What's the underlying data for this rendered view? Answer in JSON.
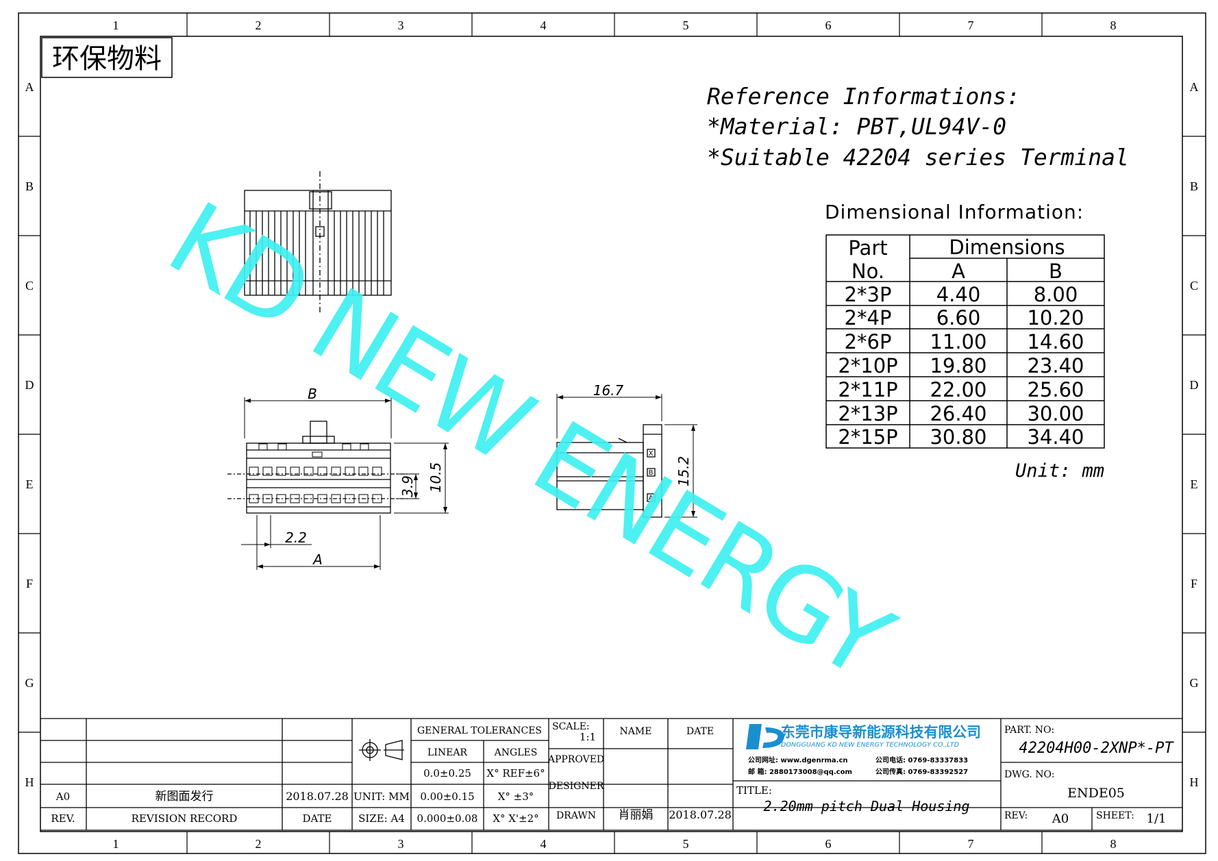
{
  "border": {
    "columns": [
      "1",
      "2",
      "3",
      "4",
      "5",
      "6",
      "7",
      "8"
    ],
    "rows": [
      "A",
      "B",
      "C",
      "D",
      "E",
      "F",
      "G",
      "H"
    ]
  },
  "stamp": "环保物料",
  "reference": {
    "title": "Reference Informations:",
    "material": "*Material: PBT,UL94V-0",
    "terminal": "*Suitable 42204 series Terminal"
  },
  "dim_table": {
    "title": "Dimensional Information:",
    "part_header_1": "Part",
    "part_header_2": "No.",
    "dims_header": "Dimensions",
    "col_a": "A",
    "col_b": "B",
    "rows": [
      {
        "part": "2*3P",
        "a": "4.40",
        "b": "8.00"
      },
      {
        "part": "2*4P",
        "a": "6.60",
        "b": "10.20"
      },
      {
        "part": "2*6P",
        "a": "11.00",
        "b": "14.60"
      },
      {
        "part": "2*10P",
        "a": "19.80",
        "b": "23.40"
      },
      {
        "part": "2*11P",
        "a": "22.00",
        "b": "25.60"
      },
      {
        "part": "2*13P",
        "a": "26.40",
        "b": "30.00"
      },
      {
        "part": "2*15P",
        "a": "30.80",
        "b": "34.40"
      }
    ],
    "unit": "Unit: mm"
  },
  "watermark": "KD NEW ENERGY",
  "front_dims": {
    "b": "B",
    "a": "A",
    "pitch": "2.2",
    "row_pitch": "3.9",
    "height": "10.5"
  },
  "side_dims": {
    "length": "16.7",
    "height": "15.2",
    "markers": [
      "X",
      "B",
      "A"
    ]
  },
  "title_block": {
    "rev_col": "REV.",
    "record_col": "REVISION RECORD",
    "date_col": "DATE",
    "rev_value": "A0",
    "record_value": "新图面发行",
    "date_value": "2018.07.28",
    "unit": "UNIT: MM",
    "size": "SIZE: A4",
    "general_tol": "GENERAL TOLERANCES",
    "linear": "LINEAR",
    "angles": "ANGLES",
    "lin1": "0.0±0.25",
    "lin2": "0.00±0.15",
    "lin3": "0.000±0.08",
    "ang1": "X° REF±6°",
    "ang2": "X° ±3°",
    "ang3": "X° X'±2°",
    "scale_label": "SCALE:",
    "scale_value": "1:1",
    "approved": "APPROVED",
    "designer": "DESIGNER",
    "drawn": "DRAWN",
    "name_col": "NAME",
    "date_col2": "DATE",
    "drawn_name": "肖丽娟",
    "drawn_date": "2018.07.28",
    "company_cn": "东莞市康导新能源科技有限公司",
    "company_en": "DONGGUANG KD NEW ENERGY TECHNOLOGY CO.,LTD",
    "website": "公司网址: www.dgenrma.cn",
    "phone": "公司电话: 0769-83337833",
    "email": "邮 箱: 2880173008@qq.com",
    "fax": "公司传真: 0769-83392527",
    "title_label": "TITLE:",
    "title_value": "2.20mm pitch Dual Housing",
    "part_no_label": "PART. NO:",
    "part_no": "42204H00-2XNP*-PT",
    "dwg_no_label": "DWG. NO:",
    "dwg_no": "ENDE05",
    "rev_label": "REV:",
    "rev_val": "A0",
    "sheet_label": "SHEET:",
    "sheet_val": "1/1"
  },
  "colors": {
    "watermark": "#3ef0f0",
    "logo": "#1a8fd0",
    "line": "#000000"
  }
}
